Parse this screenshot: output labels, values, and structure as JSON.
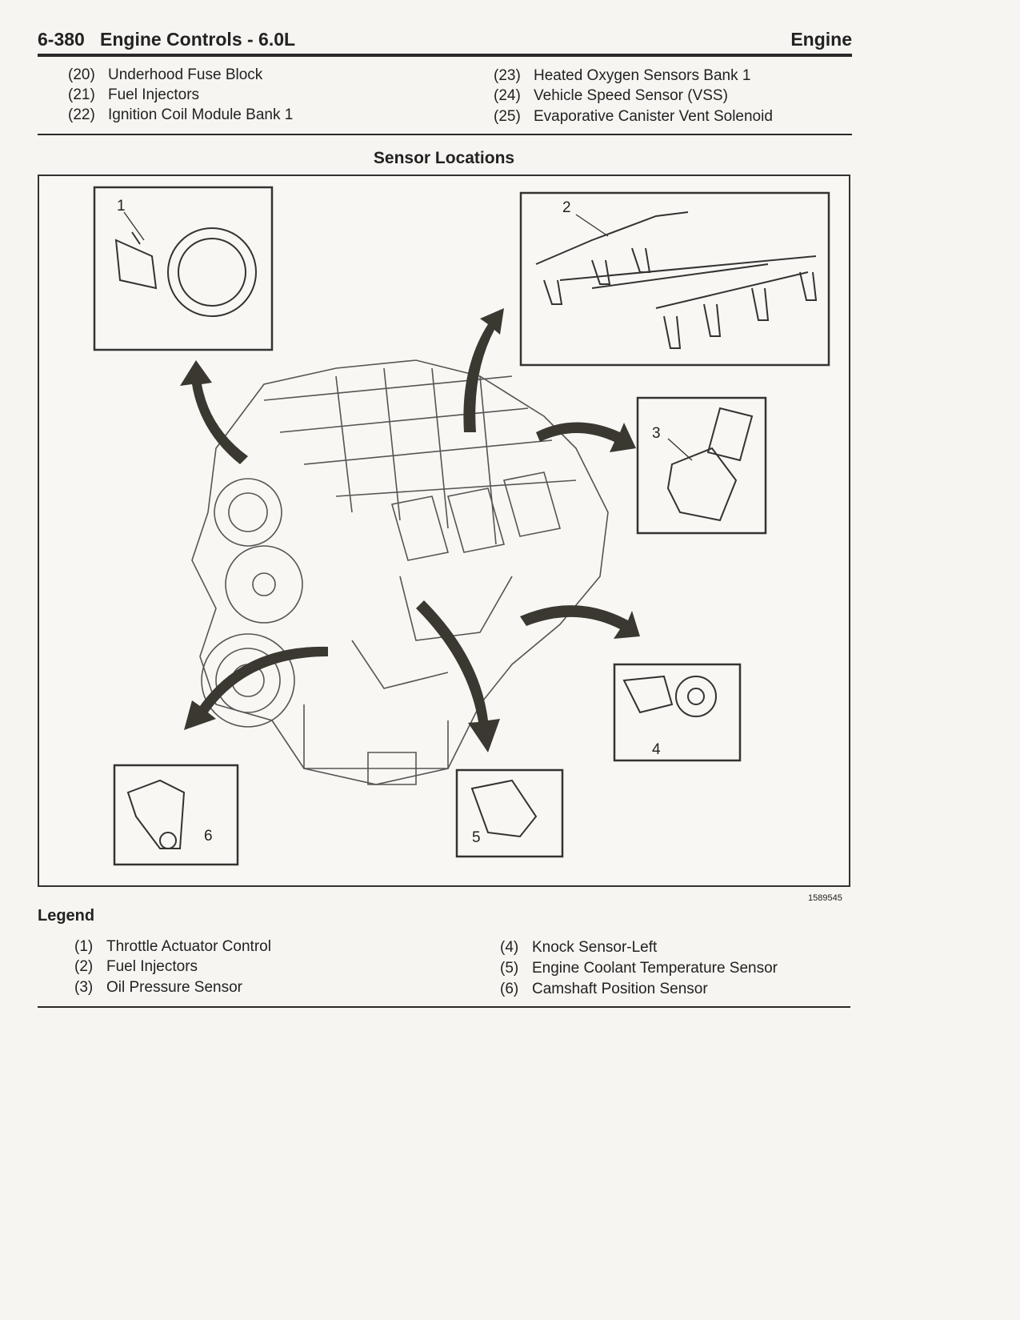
{
  "header": {
    "page_number": "6-380",
    "section_title": "Engine Controls - 6.0L",
    "chapter": "Engine"
  },
  "continued_legend": {
    "left": [
      {
        "num": "(20)",
        "label": "Underhood Fuse Block"
      },
      {
        "num": "(21)",
        "label": "Fuel Injectors"
      },
      {
        "num": "(22)",
        "label": "Ignition Coil Module Bank 1"
      }
    ],
    "right": [
      {
        "num": "(23)",
        "label": "Heated Oxygen Sensors Bank 1"
      },
      {
        "num": "(24)",
        "label": "Vehicle Speed Sensor (VSS)"
      },
      {
        "num": "(25)",
        "label": "Evaporative Canister Vent Solenoid"
      }
    ]
  },
  "figure": {
    "title": "Sensor Locations",
    "figure_id": "1589545",
    "callouts": [
      "1",
      "2",
      "3",
      "4",
      "5",
      "6"
    ]
  },
  "legend": {
    "title": "Legend",
    "left": [
      {
        "num": "(1)",
        "label": "Throttle Actuator Control"
      },
      {
        "num": "(2)",
        "label": "Fuel Injectors"
      },
      {
        "num": "(3)",
        "label": "Oil Pressure Sensor"
      }
    ],
    "right": [
      {
        "num": "(4)",
        "label": "Knock Sensor-Left"
      },
      {
        "num": "(5)",
        "label": "Engine Coolant Temperature Sensor"
      },
      {
        "num": "(6)",
        "label": "Camshaft Position Sensor"
      }
    ]
  }
}
